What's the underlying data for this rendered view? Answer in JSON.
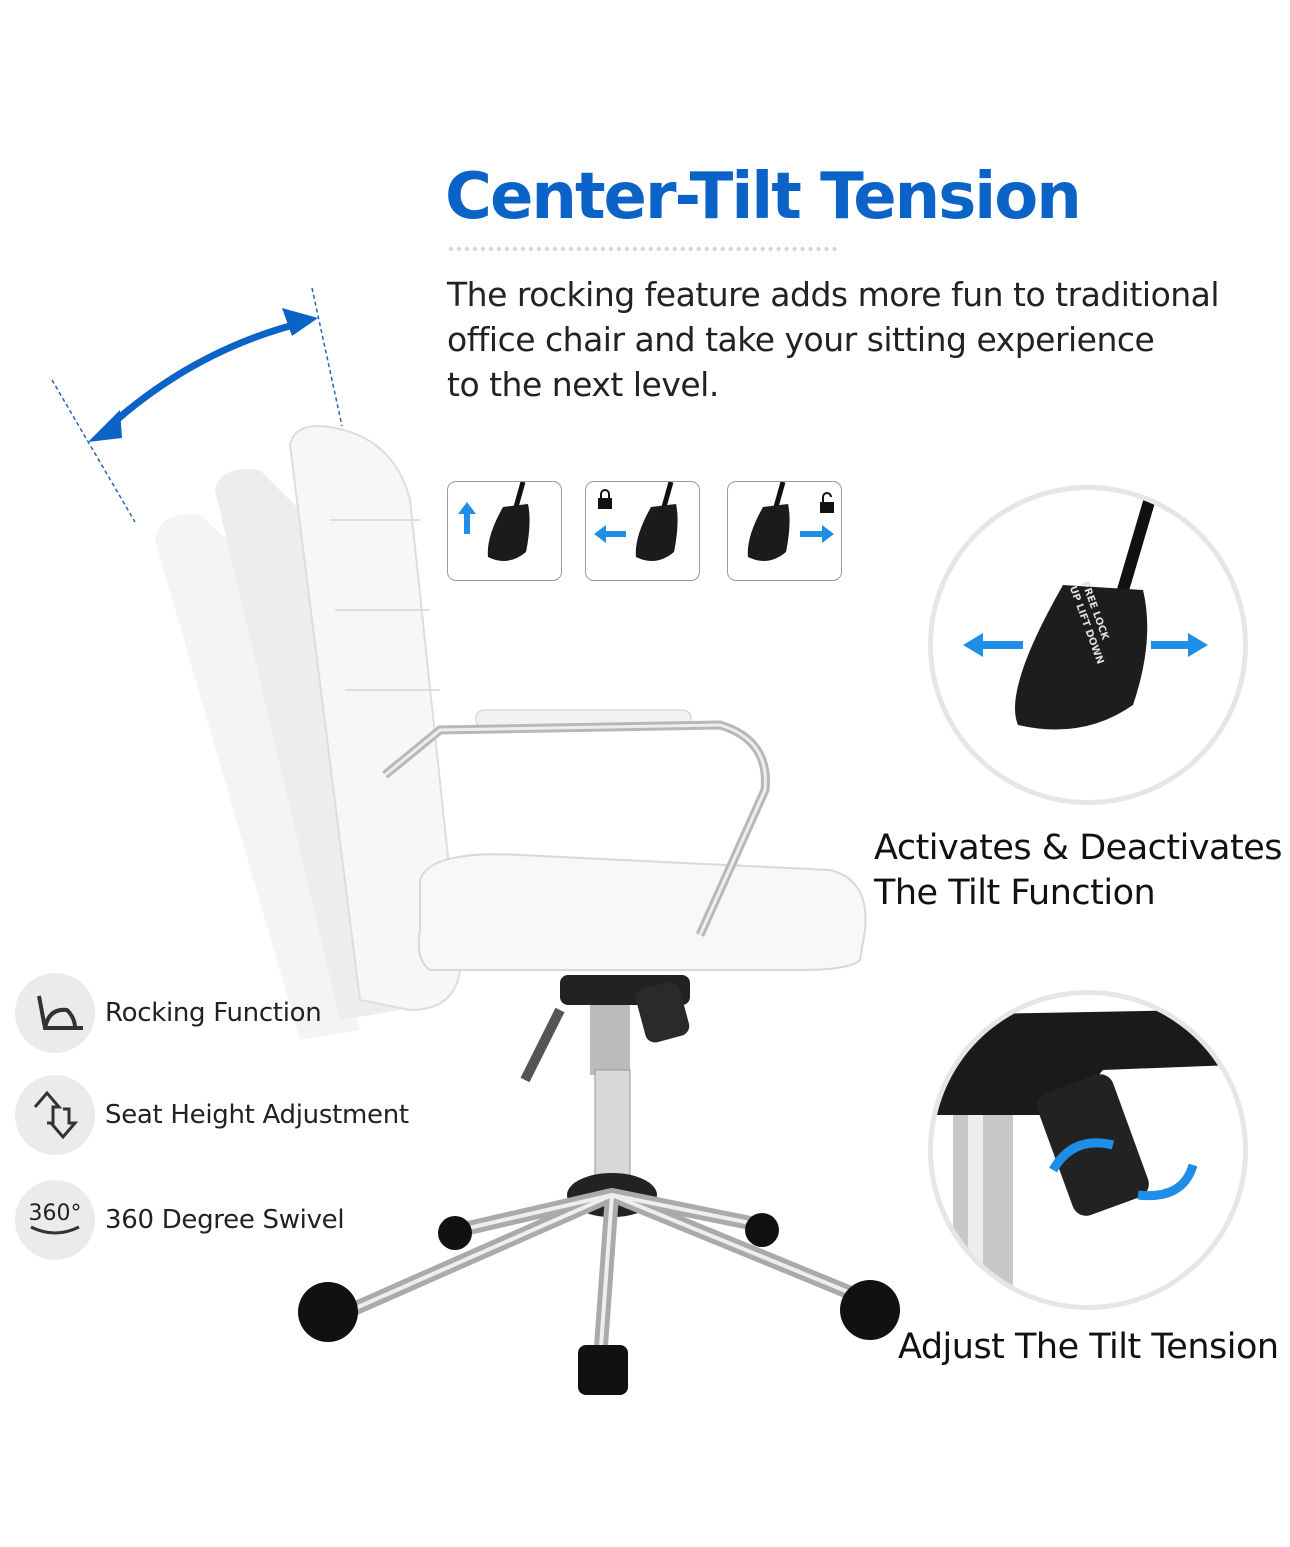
{
  "header": {
    "title": "Center-Tilt Tension",
    "description_lines": [
      "The rocking feature adds more fun to traditional",
      "office chair and take your sitting experience",
      "to the next level."
    ]
  },
  "steps": [
    {
      "icon": "arrow-up-icon"
    },
    {
      "icon": "lock-closed-icon"
    },
    {
      "icon": "lock-open-icon"
    }
  ],
  "handle_labels": {
    "free": "FREE",
    "lock": "LOCK",
    "up": "UP",
    "lift": "LIFT",
    "down": "DOWN"
  },
  "callouts": {
    "tilt_function": [
      "Activates & Deactivates",
      "The Tilt Function"
    ],
    "tilt_tension": "Adjust The Tilt Tension"
  },
  "features": [
    {
      "label": "Rocking Function",
      "icon": "rocking-icon"
    },
    {
      "label": "Seat Height Adjustment",
      "icon": "height-arrows-icon"
    },
    {
      "label": "360 Degree Swivel",
      "icon": "swivel-360-icon",
      "icon_text": "360°"
    }
  ],
  "colors": {
    "accent": "#0b63c8",
    "arrow": "#1e8ee6",
    "text": "#1c1c1c"
  }
}
